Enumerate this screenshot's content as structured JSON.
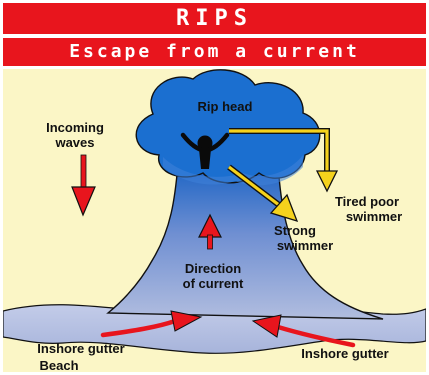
{
  "header": {
    "title": "RIPS",
    "subtitle": "Escape from a current"
  },
  "diagram": {
    "rip_head_label": "Rip head",
    "incoming_waves_line1": "Incoming",
    "incoming_waves_line2": "waves",
    "tired_line1": "Tired poor",
    "tired_line2": "swimmer",
    "strong_line1": "Strong",
    "strong_line2": "swimmer",
    "direction_line1": "Direction",
    "direction_line2": "of current",
    "gutter_left": "Inshore gutter",
    "gutter_right": "Inshore gutter",
    "beach": "Beach"
  },
  "colors": {
    "banner": "#e8151d",
    "sand": "#fbf6c6",
    "water": "#aeb9de",
    "rip_head": "#1b6fd0",
    "arrow_red": "#e8151d",
    "arrow_yellow": "#f5d21c"
  }
}
